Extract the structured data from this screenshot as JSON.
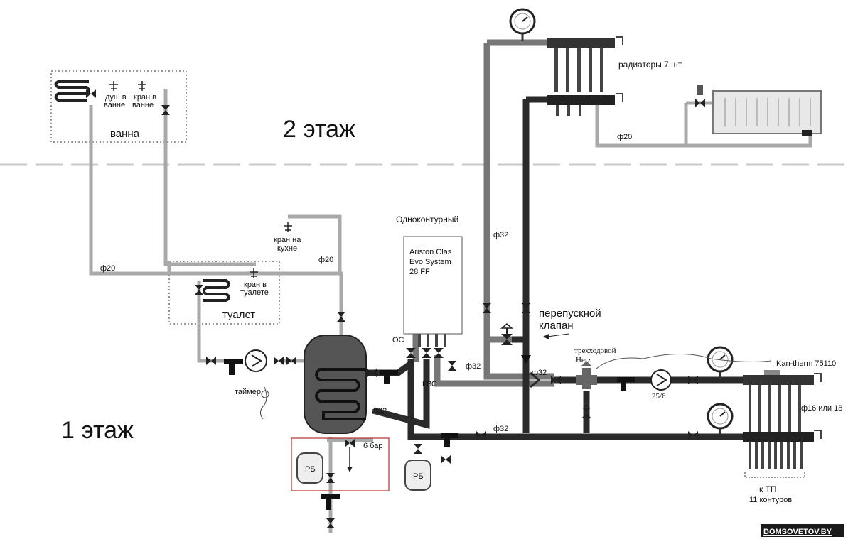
{
  "floors": {
    "upper": "2 этаж",
    "lower": "1 этаж"
  },
  "rooms": {
    "bathroom": "ванна",
    "toilet": "туалет"
  },
  "fixtures": {
    "shower_line1": "душ в",
    "shower_line2": "ванне",
    "bath_tap_line1": "кран в",
    "bath_tap_line2": "ванне",
    "kitchen_tap_line1": "кран на",
    "kitchen_tap_line2": "кухне",
    "toilet_tap_line1": "кран в",
    "toilet_tap_line2": "туалете",
    "timer": "таймер"
  },
  "boiler": {
    "heading": "Одноконтурный",
    "model_line1": "Ariston Clas",
    "model_line2": "Evo System",
    "model_line3": "28 FF",
    "port_os": "ОС",
    "port_gvs": "ГВС"
  },
  "pipe_sizes": {
    "p20_left": "ф20",
    "p20_kitchen": "ф20",
    "p20_radiator": "ф20",
    "p32_riser": "ф32",
    "p32_supply": "ф32",
    "p32_bypass": "ф32",
    "p32_tank": "ф32",
    "p32_return": "ф32",
    "p16_18": "ф16 или 18"
  },
  "components": {
    "bypass_line1": "перепускной",
    "bypass_line2": "клапан",
    "threeway_line1": "трехходовой",
    "threeway_line2": "Herz",
    "pump": "25/6",
    "manifold": "Kan-therm 75110",
    "radiators": "радиаторы 7 шт.",
    "expansion_tank_a": "РБ",
    "expansion_tank_b": "РБ",
    "pressure": "6 бар",
    "floor_heating_line1": "к ТП",
    "floor_heating_line2": "11 контуров"
  },
  "watermark": "DOMSOVETOV.BY",
  "colors": {
    "hot_pipe": "#777777",
    "cold_pipe": "#222222",
    "light_pipe": "#a9a9a9",
    "tank": "#555555",
    "red_box": "#b03030"
  }
}
